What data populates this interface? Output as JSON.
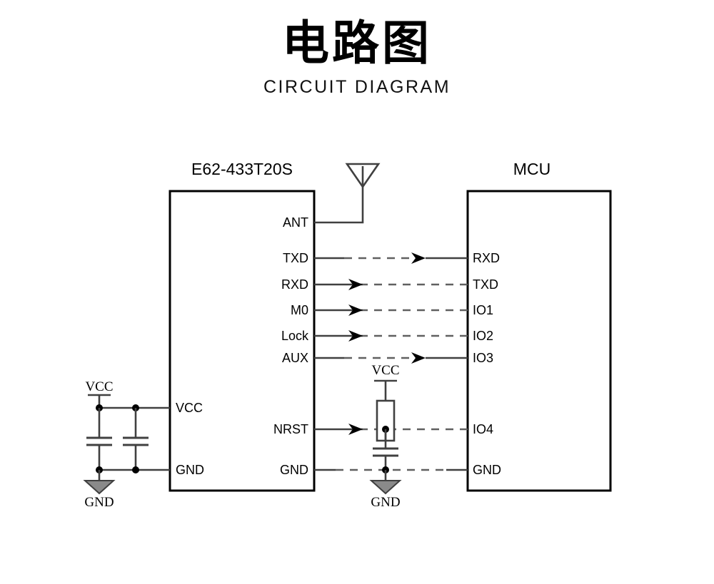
{
  "page": {
    "title_cn": "电路图",
    "title_en": "CIRCUIT DIAGRAM",
    "background": "#ffffff",
    "line_color": "#404040",
    "box_color": "#000000"
  },
  "modules": [
    {
      "id": "radio-module",
      "name": "E62-433T20S",
      "left_pins": [
        "VCC",
        "GND"
      ],
      "right_pins": [
        "ANT",
        "TXD",
        "RXD",
        "M0",
        "Lock",
        "AUX",
        "NRST",
        "GND"
      ]
    },
    {
      "id": "mcu",
      "name": "MCU",
      "left_pins": [
        "RXD",
        "TXD",
        "IO1",
        "IO2",
        "IO3",
        "IO4",
        "GND"
      ],
      "right_pins": []
    }
  ],
  "module_labels": {
    "radio": "E62-433T20S",
    "mcu": "MCU"
  },
  "radio_pins": {
    "ant": "ANT",
    "txd": "TXD",
    "rxd": "RXD",
    "m0": "M0",
    "lock": "Lock",
    "aux": "AUX",
    "nrst": "NRST",
    "gnd_right": "GND",
    "vcc_left": "VCC",
    "gnd_left": "GND"
  },
  "mcu_pins": {
    "rxd": "RXD",
    "txd": "TXD",
    "io1": "IO1",
    "io2": "IO2",
    "io3": "IO3",
    "io4": "IO4",
    "gnd": "GND"
  },
  "nets": {
    "vcc_left": "VCC",
    "gnd_left": "GND",
    "vcc_mid": "VCC",
    "gnd_mid": "GND"
  },
  "connections": [
    {
      "from": "E62-433T20S.TXD",
      "to": "MCU.RXD",
      "style": "dashed",
      "arrow": "to-mcu"
    },
    {
      "from": "MCU.TXD",
      "to": "E62-433T20S.RXD",
      "style": "dashed",
      "arrow": "to-module"
    },
    {
      "from": "MCU.IO1",
      "to": "E62-433T20S.M0",
      "style": "dashed",
      "arrow": "to-module"
    },
    {
      "from": "MCU.IO2",
      "to": "E62-433T20S.Lock",
      "style": "dashed",
      "arrow": "to-module"
    },
    {
      "from": "E62-433T20S.AUX",
      "to": "MCU.IO3",
      "style": "dashed",
      "arrow": "to-mcu"
    },
    {
      "from": "MCU.IO4",
      "to": "E62-433T20S.NRST",
      "style": "dashed",
      "arrow": "to-module"
    },
    {
      "from": "E62-433T20S.GND",
      "to": "MCU.GND",
      "style": "dashed",
      "arrow": "none"
    }
  ],
  "components": [
    {
      "id": "C1",
      "type": "capacitor",
      "net_high": "VCC",
      "net_low": "GND",
      "location": "left-decoupling"
    },
    {
      "id": "C2",
      "type": "capacitor",
      "net_high": "VCC",
      "net_low": "GND",
      "location": "left-decoupling"
    },
    {
      "id": "R1",
      "type": "resistor",
      "net_high": "VCC",
      "net_low": "NRST",
      "location": "mid-pullup"
    },
    {
      "id": "C3",
      "type": "capacitor",
      "net_high": "NRST",
      "net_low": "GND",
      "location": "mid-reset"
    },
    {
      "id": "ANT1",
      "type": "antenna",
      "net": "ANT",
      "location": "module-antenna"
    }
  ]
}
